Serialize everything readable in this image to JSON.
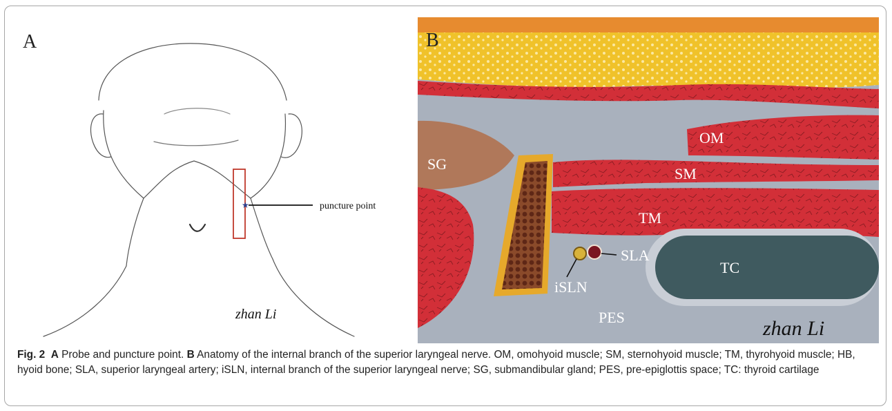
{
  "panel_a": {
    "letter": "A",
    "puncture_label": "puncture point",
    "signature": "zhan Li"
  },
  "panel_b": {
    "letter": "B",
    "labels": {
      "om": "OM",
      "sm": "SM",
      "tm": "TM",
      "sg": "SG",
      "sla": "SLA",
      "tc": "TC",
      "isln": "iSLN",
      "pes": "PES"
    },
    "signature": "zhan Li"
  },
  "caption": {
    "fig": "Fig. 2",
    "a_letter": "A",
    "a_text": " Probe and puncture point. ",
    "b_letter": "B",
    "b_text": " Anatomy of the internal branch of the superior laryngeal nerve. OM, omohyoid muscle; SM, sternohyoid muscle; TM, thyrohyoid muscle; HB, hyoid bone; SLA, superior laryngeal artery; iSLN, internal branch of the superior laryngeal nerve; SG, submandibular gland; PES, pre-epiglottis space; TC: thyroid cartilage"
  },
  "colors": {
    "fat_yellow": "#f0c22a",
    "muscle_red": "#d22f38",
    "fascia_grey": "#a9b1bd",
    "cartilage_teal": "#3f5a5f",
    "gland_brown": "#b0785a",
    "probe_red": "#c0392b"
  }
}
